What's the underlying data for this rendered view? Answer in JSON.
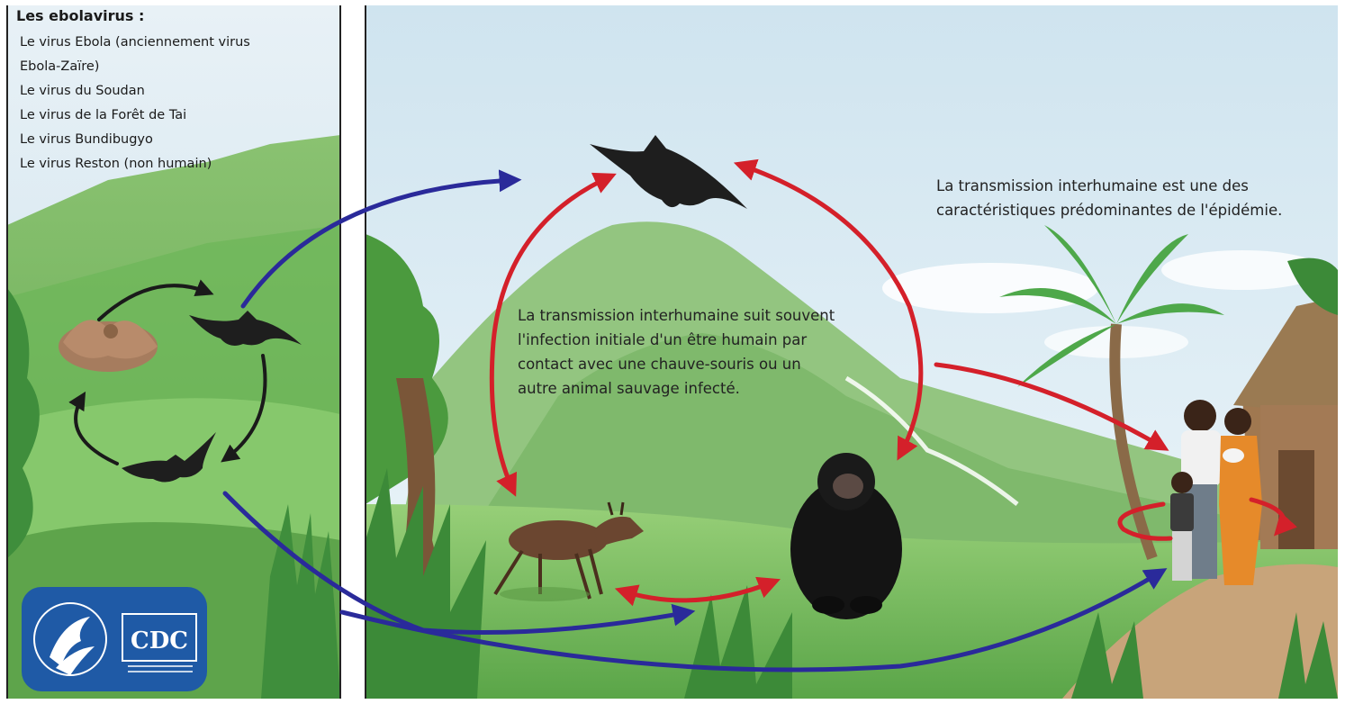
{
  "left_panel": {
    "title": "Les ebolavirus :",
    "virus_list": [
      "Le virus Ebola (anciennement virus",
      "Ebola-Zaïre)",
      "Le virus du Soudan",
      "Le virus de la Forêt de Tai",
      "Le virus Bundibugyo",
      "Le virus Reston (non humain)"
    ]
  },
  "center_text": [
    "La transmission interhumaine suit souvent",
    "l'infection initiale d'un être humain par",
    "contact avec une chauve-souris ou un",
    "autre animal sauvage infecté."
  ],
  "right_text": [
    "La transmission interhumaine est une des",
    "caractéristiques prédominantes de l'épidémie."
  ],
  "logo": {
    "cdc_text": "CDC",
    "color": "#1f5aa6"
  },
  "colors": {
    "reservoir_cycle_arrow": "#1a1a1a",
    "spillover_arrow": "#2a2a9a",
    "transmission_arrow": "#d4202a",
    "sky": "#dcecf4",
    "hill": "#7cbf63",
    "foreground": "#4ea84a"
  }
}
